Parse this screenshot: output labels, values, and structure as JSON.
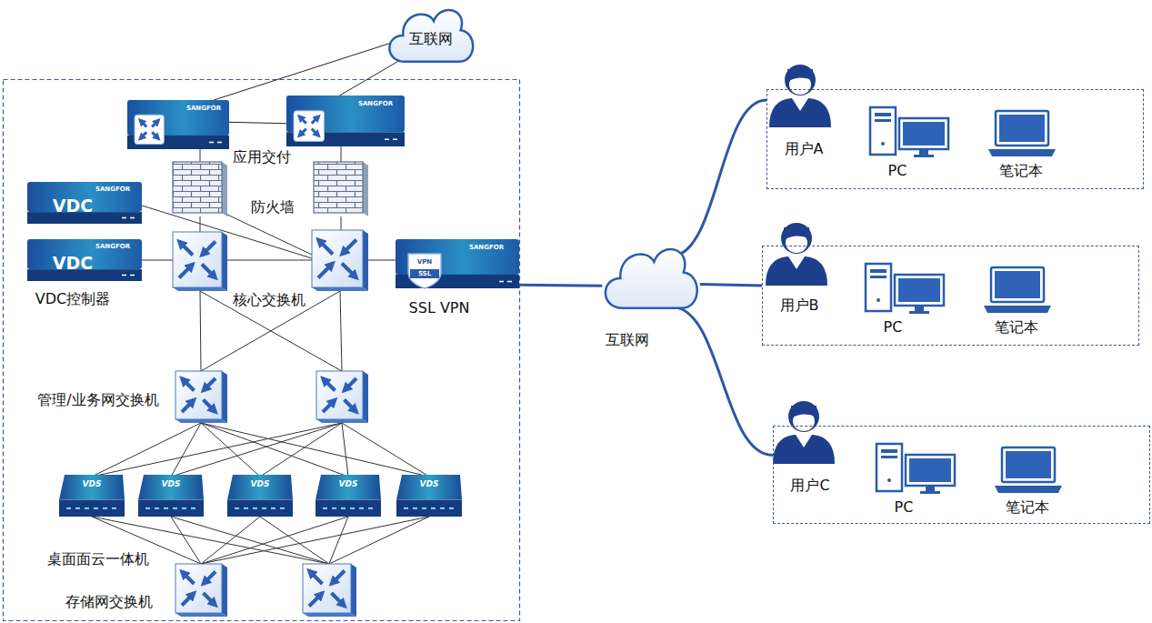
{
  "diagram": {
    "nodes": [
      {
        "text": [
          "互联网"
        ]
      },
      {
        "text": [
          "SANGFOR"
        ]
      },
      {
        "text": [
          "SANGFOR"
        ]
      },
      {
        "text": [
          "SANGFOR",
          "VDC"
        ]
      },
      {
        "text": [
          "SANGFOR",
          "VDC"
        ]
      },
      {
        "text": [
          "SANGFOR",
          "VPN",
          "SSL",
          "SSL VPN"
        ]
      },
      {
        "text": [
          "VDS"
        ]
      },
      {
        "text": [
          "VDS"
        ]
      },
      {
        "text": [
          "VDS"
        ]
      },
      {
        "text": [
          "VDS"
        ]
      },
      {
        "text": [
          "VDS"
        ]
      },
      {
        "text": [
          "互联网"
        ]
      },
      {
        "text": [
          "用户A"
        ]
      },
      {
        "text": [
          "PC"
        ],
        "in": 12
      },
      {
        "text": [
          "笔记本"
        ],
        "in": 12
      },
      {
        "text": [
          "用户B"
        ]
      },
      {
        "text": [
          "PC"
        ],
        "in": 15
      },
      {
        "text": [
          "笔记本"
        ],
        "in": 15
      },
      {
        "text": [
          "用户C"
        ]
      },
      {
        "text": [
          "PC"
        ],
        "in": 18
      },
      {
        "text": [
          "笔记本"
        ],
        "in": 18
      }
    ],
    "edges": [
      {
        "from": 0,
        "to": 1,
        "arrow": "none"
      },
      {
        "from": 0,
        "to": 2,
        "arrow": "none"
      },
      {
        "from": 1,
        "to": 2,
        "arrow": "none"
      },
      {
        "from": 5,
        "to": 11,
        "arrow": "none"
      },
      {
        "from": 11,
        "to": 12,
        "arrow": "none"
      },
      {
        "from": 11,
        "to": 15,
        "arrow": "none"
      },
      {
        "from": 11,
        "to": 18,
        "arrow": "none"
      }
    ],
    "labels": [
      "应用交付",
      "防火墙",
      "VDC控制器",
      "核心交换机",
      "管理/业务网交换机",
      "桌面面云一体机",
      "存储网交换机"
    ]
  }
}
